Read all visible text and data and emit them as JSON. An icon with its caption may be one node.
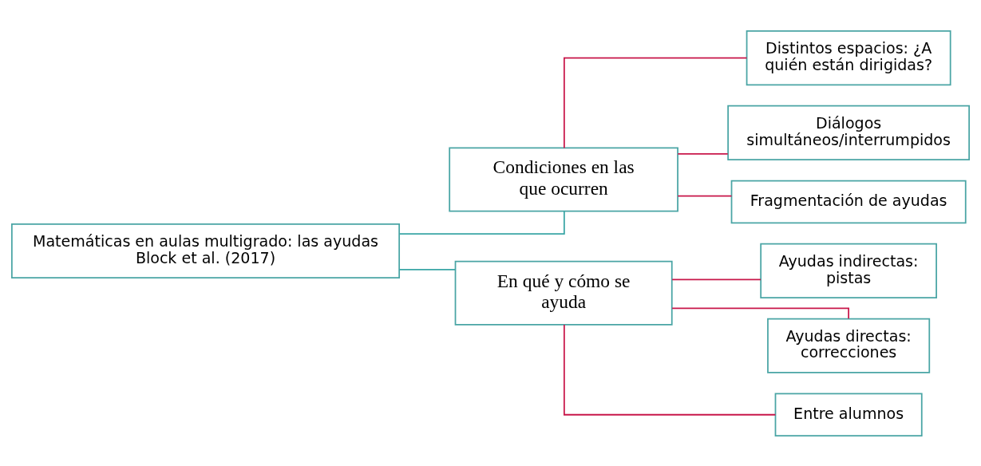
{
  "diagram": {
    "nodes": [
      {
        "text": [
          "Matemáticas en aulas multigrado: las ayudas",
          "Block et al. (2017)"
        ]
      },
      {
        "text": [
          "Condiciones en las que ocurren"
        ]
      },
      {
        "text": [
          "Distintos espacios: ¿A quién están dirigidas?"
        ]
      },
      {
        "text": [
          "Diálogos simultáneos/interrumpidos"
        ]
      },
      {
        "text": [
          "Fragmentación de ayudas"
        ]
      },
      {
        "text": [
          "En qué y cómo se ayuda"
        ]
      },
      {
        "text": [
          "Ayudas indirectas: pistas"
        ]
      },
      {
        "text": [
          "Ayudas directas: correcciones"
        ]
      },
      {
        "text": [
          "Entre alumnos"
        ]
      }
    ],
    "edges": [
      {
        "from": 0,
        "to": 1,
        "arrow": "none",
        "color": "#3aa6a6"
      },
      {
        "from": 0,
        "to": 5,
        "arrow": "none",
        "color": "#3aa6a6"
      },
      {
        "from": 1,
        "to": 2,
        "arrow": "none"
      },
      {
        "from": 1,
        "to": 3,
        "arrow": "none"
      },
      {
        "from": 1,
        "to": 4,
        "arrow": "none"
      },
      {
        "from": 5,
        "to": 6,
        "arrow": "none"
      },
      {
        "from": 5,
        "to": 7,
        "arrow": "none"
      },
      {
        "from": 5,
        "to": 8,
        "arrow": "none"
      }
    ]
  }
}
